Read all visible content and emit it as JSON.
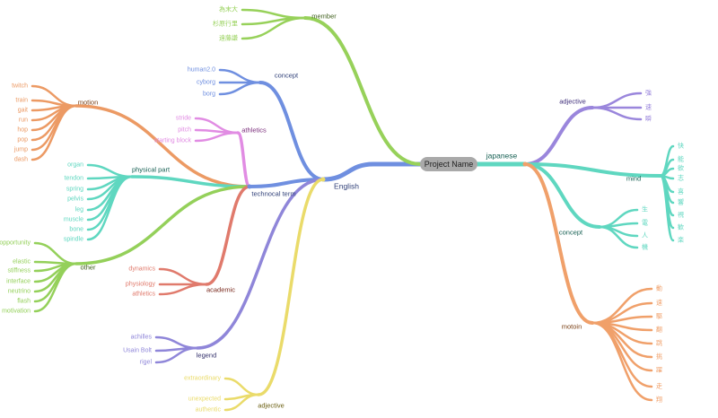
{
  "root": "Project Name",
  "colors": {
    "member": "#97d15a",
    "concept": "#6f8fe0",
    "motion": "#ec9a64",
    "athletics": "#e18ce3",
    "physical": "#5fd7c0",
    "other": "#94d05a",
    "academic": "#e07a6c",
    "legend": "#8f86d9",
    "adjective": "#eadb6a",
    "english": "#6f8fe0",
    "jp_adj": "#9a86dc",
    "mind": "#5fd7c0",
    "jp_concept": "#5fd7c0",
    "motoin": "#f0a06a"
  },
  "branches": {
    "english": "English",
    "member": {
      "label": "member",
      "items": [
        "為末大",
        "杉原行里",
        "遠藤謙"
      ]
    },
    "concept": {
      "label": "concept",
      "items": [
        "human2.0",
        "cyborg",
        "borg"
      ]
    },
    "technical_term": "technocal term",
    "athletics": {
      "label": "athletics",
      "items": [
        "stride",
        "pitch",
        "starting block"
      ]
    },
    "motion": {
      "label": "motion",
      "items": [
        "twitch",
        "train",
        "gait",
        "run",
        "hop",
        "pop",
        "jump",
        "dash"
      ]
    },
    "physical_part": {
      "label": "physical part",
      "items": [
        "organ",
        "tendon",
        "spring",
        "pelvis",
        "leg",
        "muscle",
        "bone",
        "spindle"
      ]
    },
    "other": {
      "label": "other",
      "items": [
        "opportunity",
        "elastic",
        "stiffness",
        "interface",
        "neutrino",
        "flash",
        "motivation"
      ]
    },
    "academic": {
      "label": "academic",
      "items": [
        "dynamics",
        "physiology",
        "athletics"
      ]
    },
    "legend": {
      "label": "legend",
      "items": [
        "achilles",
        "Usain Bolt",
        "rigel"
      ]
    },
    "adjective": {
      "label": "adjective",
      "items": [
        "extraordinary",
        "unexpected",
        "authentic"
      ]
    },
    "japanese": "japanese",
    "jp_adjective": {
      "label": "adjective",
      "items": [
        "強",
        "速",
        "瞬"
      ]
    },
    "mind": {
      "label": "mind",
      "items": [
        "快",
        "能",
        "欲",
        "志",
        "喜",
        "響",
        "視",
        "歓",
        "楽"
      ]
    },
    "jp_concept": {
      "label": "concept",
      "items": [
        "生",
        "電",
        "人",
        "機"
      ]
    },
    "motoin": {
      "label": "motoin",
      "items": [
        "動",
        "速",
        "駆",
        "翻",
        "跳",
        "挑",
        "躍",
        "走",
        "翔"
      ]
    }
  }
}
